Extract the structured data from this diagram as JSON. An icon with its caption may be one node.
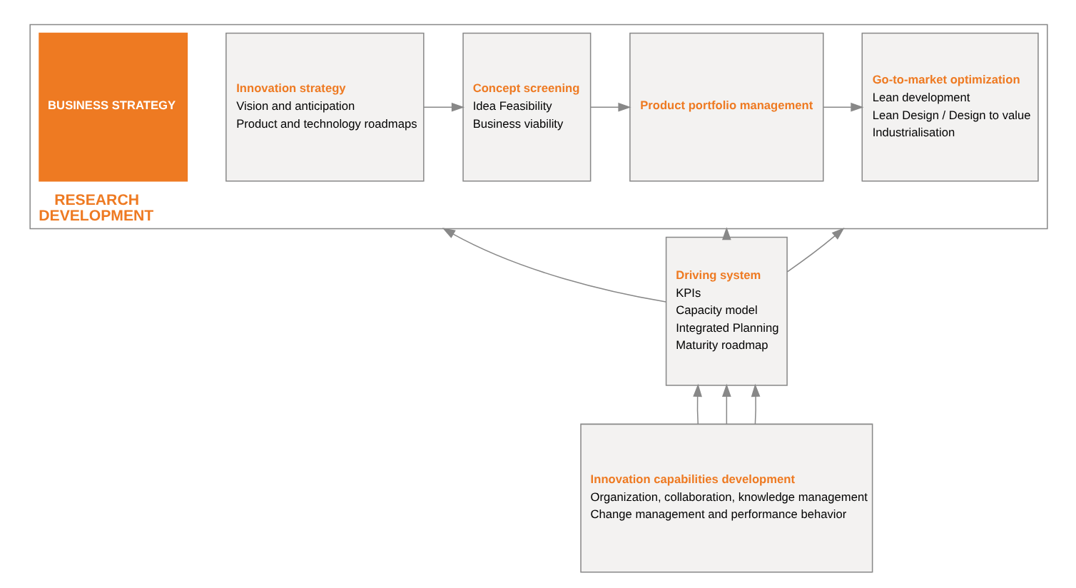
{
  "diagram": {
    "nodes": [
      {
        "text": [
          "RESEARCH",
          "DEVELOPMENT"
        ]
      },
      {
        "text": [
          "BUSINESS STRATEGY"
        ],
        "in": 0
      },
      {
        "text": [
          "Innovation strategy",
          "Vision and anticipation",
          "Product and technology roadmaps"
        ],
        "in": 0
      },
      {
        "text": [
          "Concept screening",
          "Idea Feasibility",
          "Business viability"
        ],
        "in": 0
      },
      {
        "text": [
          "Product portfolio management"
        ],
        "in": 0
      },
      {
        "text": [
          "Go-to-market optimization",
          "Lean development",
          "Lean Design / Design to value",
          "Industrialisation"
        ],
        "in": 0
      },
      {
        "text": [
          "Driving system",
          "KPIs",
          "Capacity model",
          "Integrated Planning",
          "Maturity roadmap"
        ]
      },
      {
        "text": [
          "Innovation capabilities development",
          "Organization, collaboration, knowledge management",
          "Change management and performance behavior"
        ]
      }
    ],
    "edges": [
      {
        "from": 2,
        "to": 3,
        "arrow": "to"
      },
      {
        "from": 3,
        "to": 4,
        "arrow": "to"
      },
      {
        "from": 4,
        "to": 5,
        "arrow": "to"
      },
      {
        "from": 6,
        "to": 0,
        "arrow": "to"
      },
      {
        "from": 6,
        "to": 0,
        "arrow": "to"
      },
      {
        "from": 6,
        "to": 0,
        "arrow": "to"
      },
      {
        "from": 7,
        "to": 6,
        "arrow": "to"
      },
      {
        "from": 7,
        "to": 6,
        "arrow": "to"
      },
      {
        "from": 7,
        "to": 6,
        "arrow": "to"
      }
    ]
  }
}
